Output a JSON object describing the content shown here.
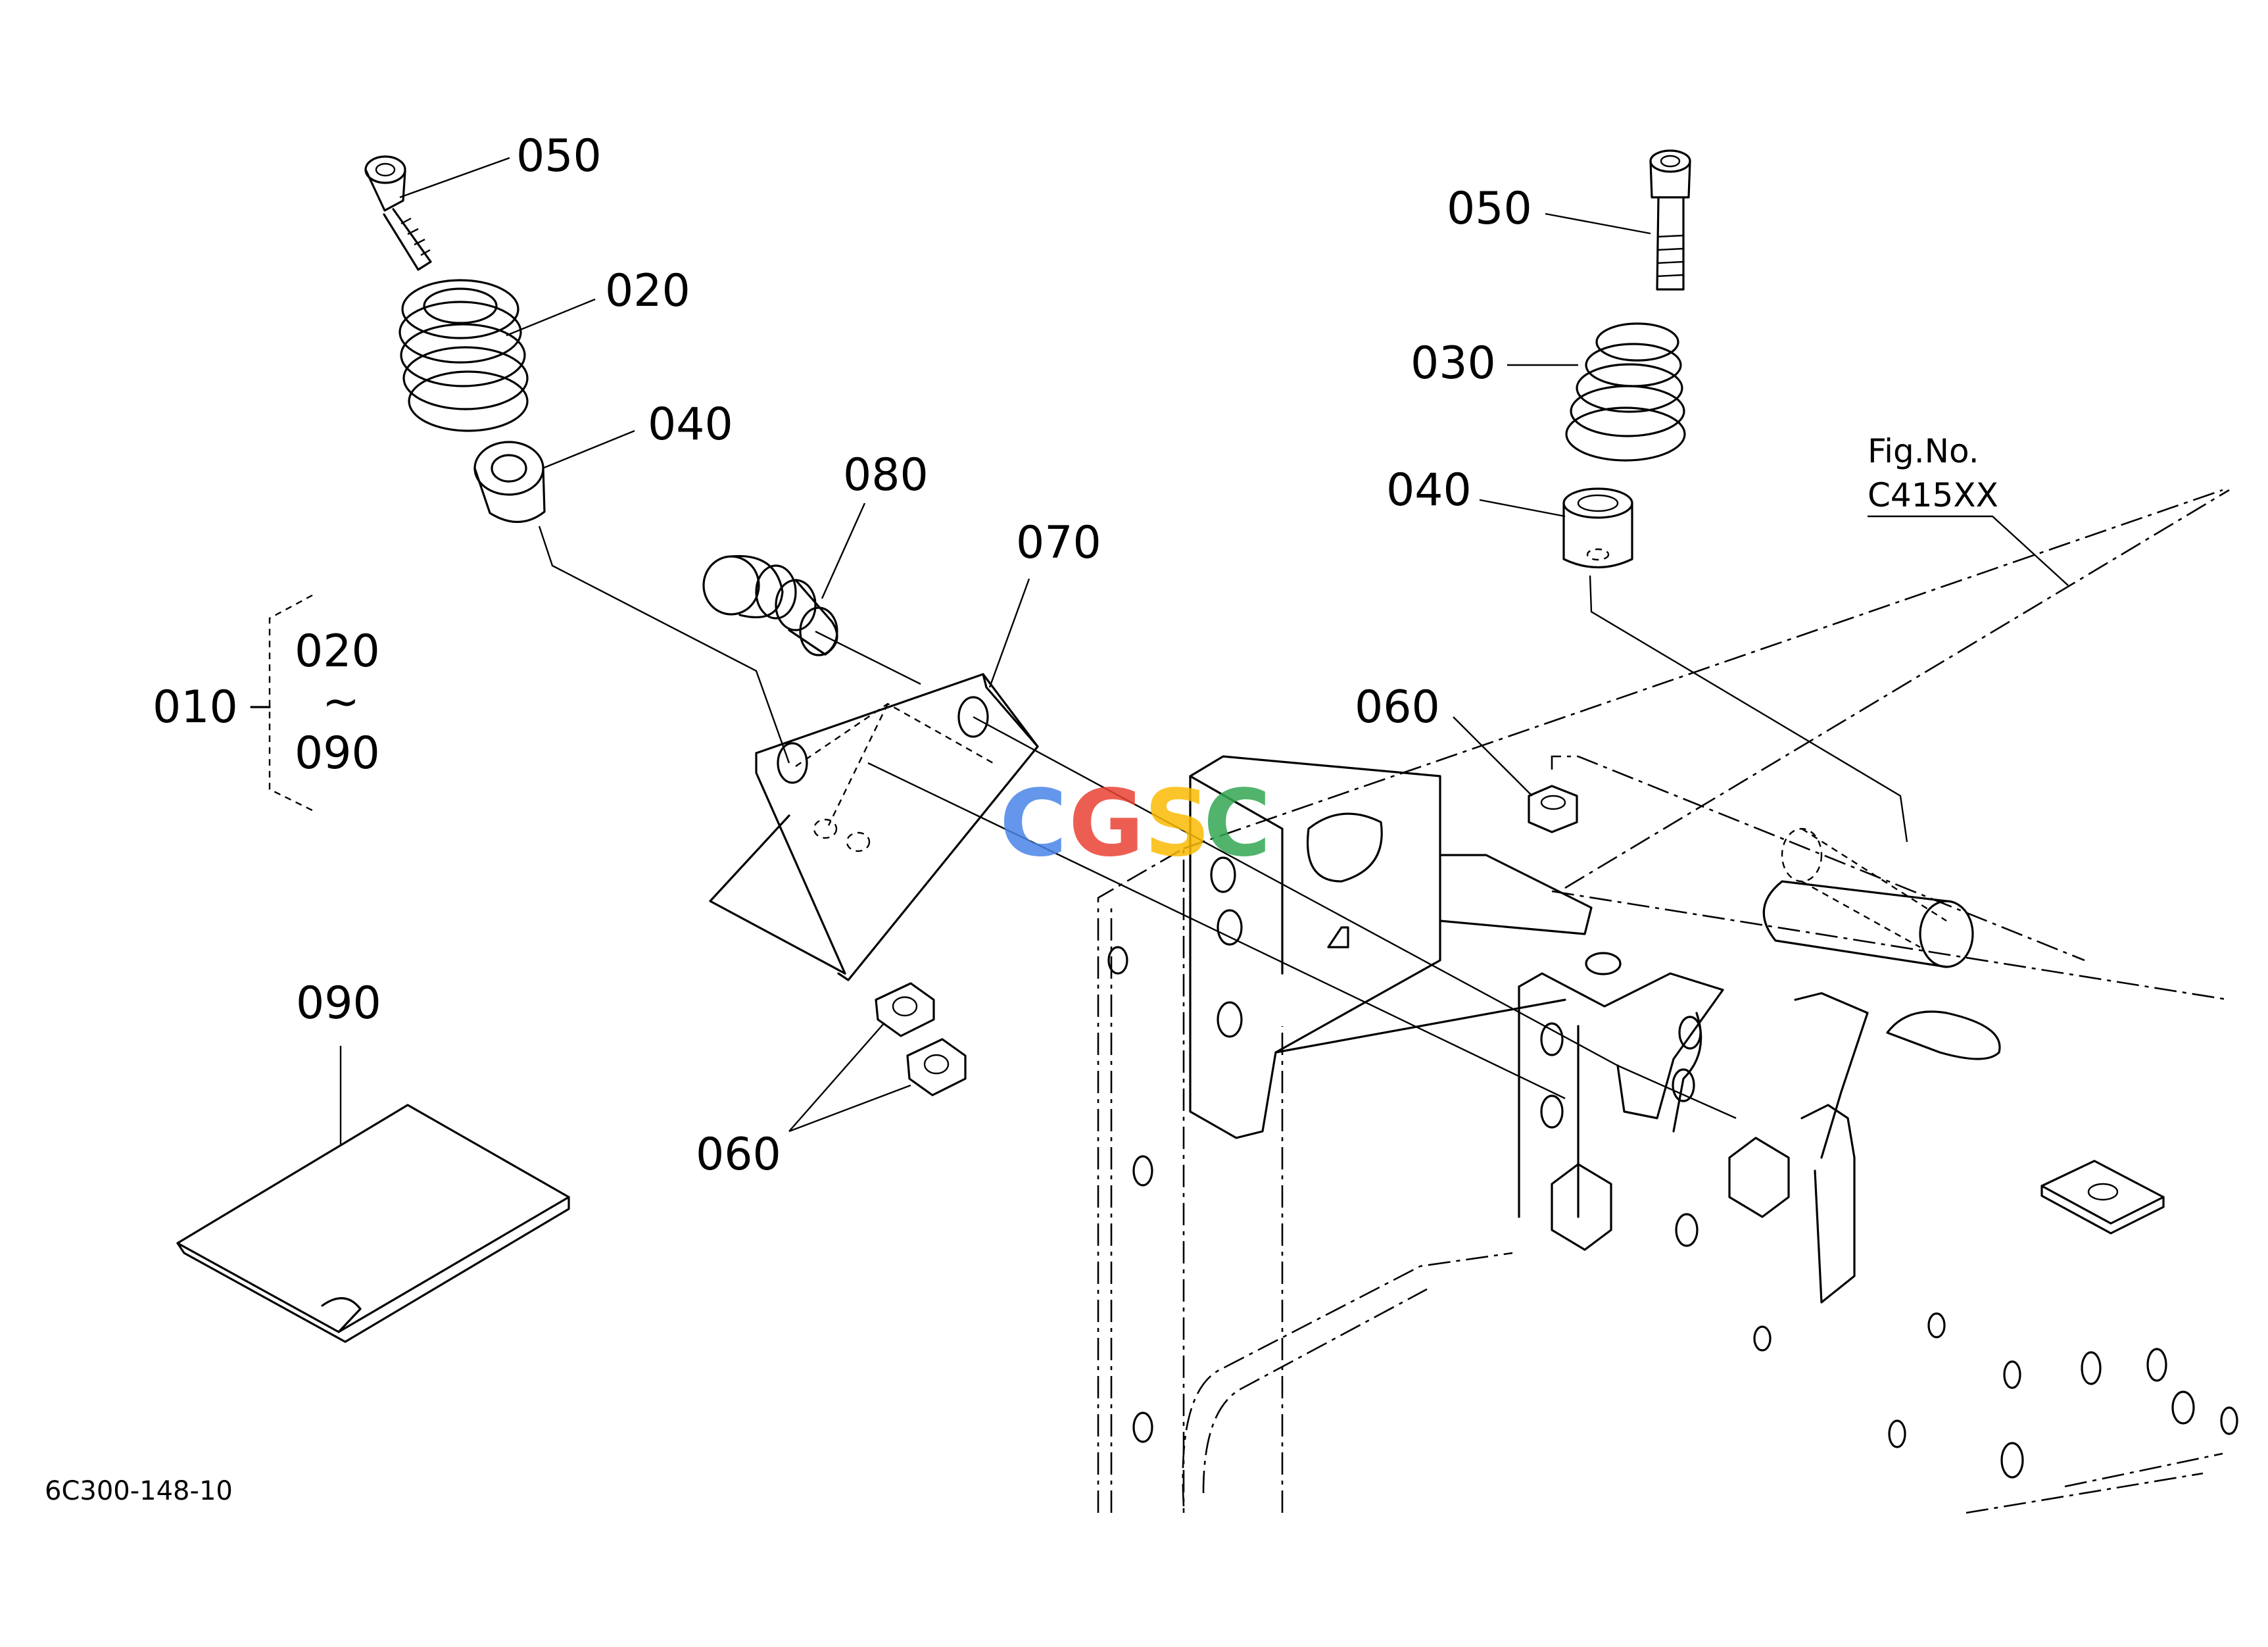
{
  "callouts": {
    "c050_left": "050",
    "c020": "020",
    "c040_left": "040",
    "c080": "080",
    "c070": "070",
    "c050_right": "050",
    "c030": "030",
    "c040_right": "040",
    "c060_right": "060",
    "c060_bottom": "060",
    "c090": "090",
    "c010": "010",
    "group_from": "020",
    "group_tilde": "~",
    "group_to": "090"
  },
  "figure_ref": {
    "label": "Fig.No.",
    "value": "C415XX"
  },
  "drawing_id": "6C300-148-10",
  "watermark": {
    "letters": [
      "C",
      "G",
      "S",
      "C"
    ],
    "colors": [
      "#4a86e8",
      "#ea4335",
      "#fbbc05",
      "#34a853"
    ]
  }
}
